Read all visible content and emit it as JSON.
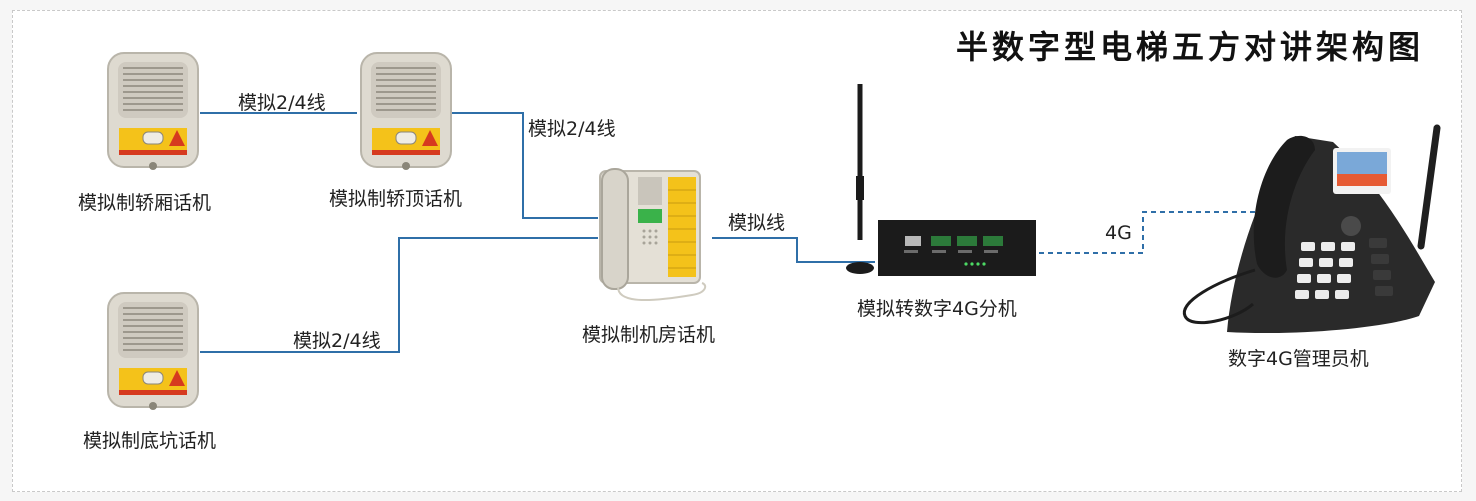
{
  "title": "半数字型电梯五方对讲架构图",
  "nodes": {
    "car_phone": "模拟制轿厢话机",
    "top_phone": "模拟制轿顶话机",
    "pit_phone": "模拟制底坑话机",
    "machine_room_phone": "模拟制机房话机",
    "gateway": "模拟转数字4G分机",
    "admin_phone": "数字4G管理员机"
  },
  "edges": {
    "car_to_top": "模拟2/4线",
    "top_to_room": "模拟2/4线",
    "pit_to_room": "模拟2/4线",
    "room_to_gateway": "模拟线",
    "gateway_to_admin": "4G"
  },
  "colors": {
    "link_analog": "#2f6fa8",
    "link_wireless": "#2f6fa8",
    "intercom_body": "#dedad0",
    "warning_yellow": "#f4c21a",
    "gateway_body": "#1b1b1b",
    "admin_phone_body": "#2a2a2a"
  }
}
